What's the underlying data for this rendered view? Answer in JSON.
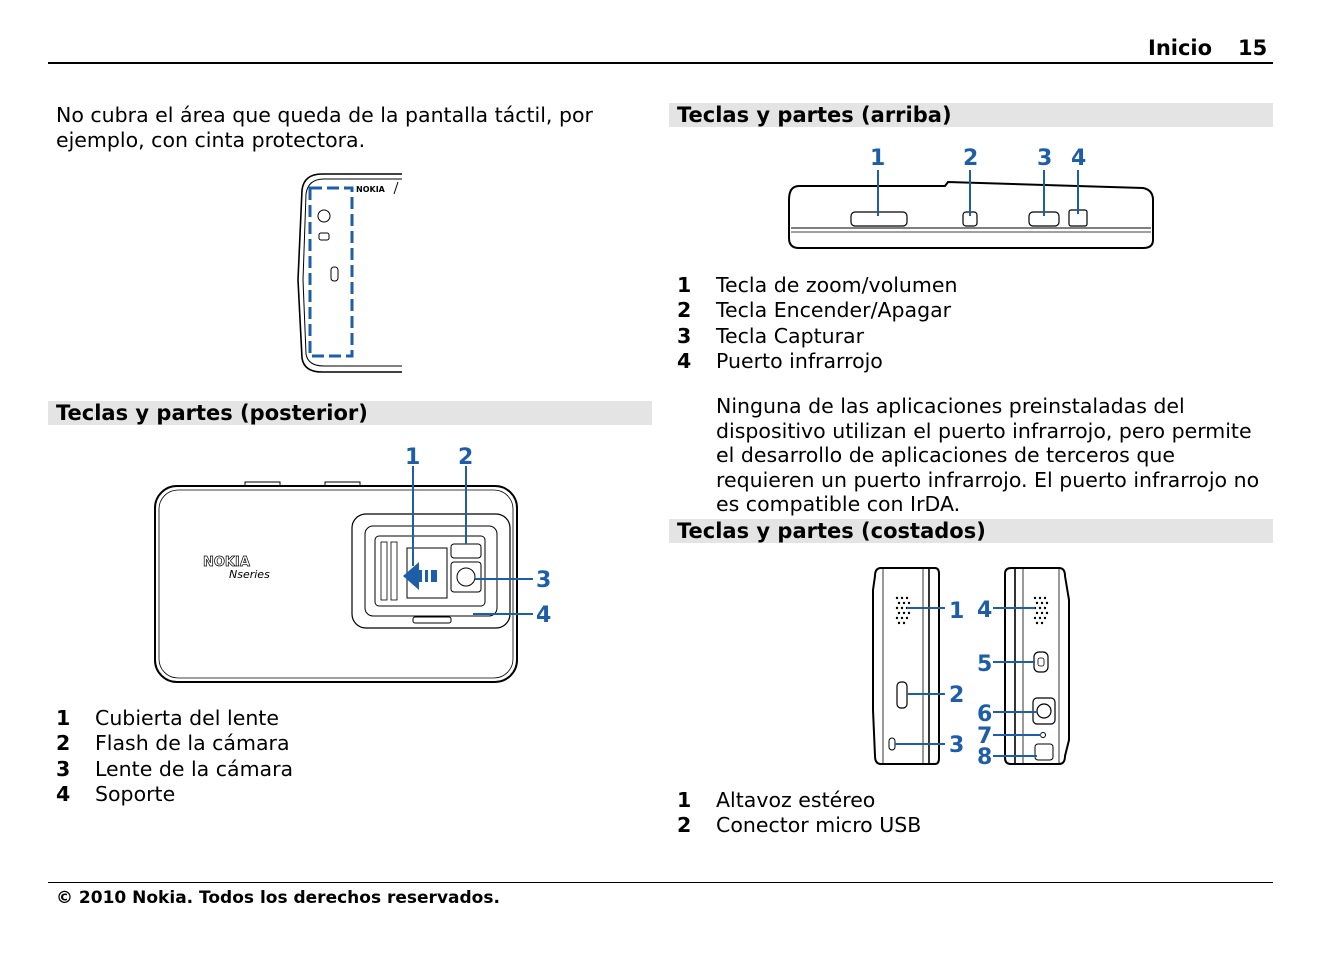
{
  "header": {
    "section": "Inicio",
    "page_number": "15"
  },
  "intro": {
    "text": "No cubra el área que queda de la pantalla táctil, por ejemplo, con cinta protectora."
  },
  "top_figure": {
    "brand": "NOKIA"
  },
  "rear": {
    "title": "Teclas y partes (posterior)",
    "callouts": [
      "1",
      "2",
      "3",
      "4"
    ],
    "brand": "NOKIA",
    "series": "Nseries",
    "items": [
      {
        "num": "1",
        "label": "Cubierta del lente"
      },
      {
        "num": "2",
        "label": "Flash de la cámara"
      },
      {
        "num": "3",
        "label": "Lente de la cámara"
      },
      {
        "num": "4",
        "label": "Soporte"
      }
    ]
  },
  "top": {
    "title": "Teclas y partes (arriba)",
    "callouts": [
      "1",
      "2",
      "3",
      "4"
    ],
    "items": [
      {
        "num": "1",
        "label": "Tecla de zoom/volumen"
      },
      {
        "num": "2",
        "label": "Tecla Encender/Apagar"
      },
      {
        "num": "3",
        "label": "Tecla Capturar"
      },
      {
        "num": "4",
        "label": "Puerto infrarrojo"
      }
    ],
    "note": "Ninguna de las aplicaciones preinstaladas del dispositivo utilizan el puerto infrarrojo, pero permite el desarrollo de aplicaciones de terceros que requieren un puerto infrarrojo. El puerto infrarrojo no es compatible con IrDA."
  },
  "sides": {
    "title": "Teclas y partes (costados)",
    "callouts": [
      "1",
      "2",
      "3",
      "4",
      "5",
      "6",
      "7",
      "8"
    ],
    "items": [
      {
        "num": "1",
        "label": "Altavoz estéreo"
      },
      {
        "num": "2",
        "label": "Conector micro USB"
      }
    ]
  },
  "footer": {
    "copyright": "© 2010 Nokia. Todos los derechos reservados."
  },
  "colors": {
    "callout": "#1e5ea8",
    "section_bar": "#e4e4e4",
    "text": "#000000"
  }
}
